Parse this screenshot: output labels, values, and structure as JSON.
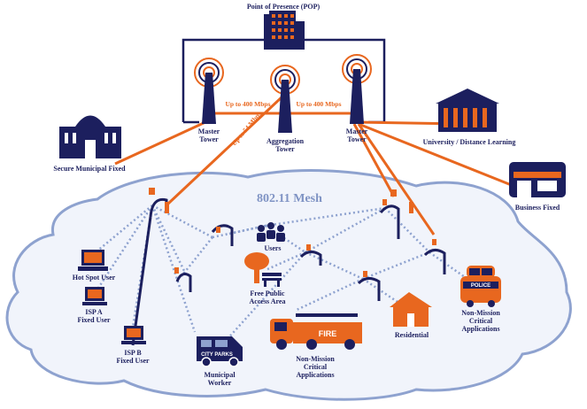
{
  "colors": {
    "navy": "#1c1f5e",
    "orange": "#e8671f",
    "cloud_fill": "#f1f4fb",
    "cloud_stroke": "#8ea2cf",
    "mesh_text": "#7f93c4"
  },
  "labels": {
    "pop": "Point of Presence (POP)",
    "master_tower_left": [
      "Master",
      "Tower"
    ],
    "aggregation_tower": [
      "Aggregation",
      "Tower"
    ],
    "master_tower_right": [
      "Master",
      "Tower"
    ],
    "link_left": "Up to 400 Mbps",
    "link_right": "Up to 400 Mbps",
    "link_diag": "Up to 54 Mbps",
    "secure_municipal": "Secure Municipal Fixed",
    "university": "University / Distance Learning",
    "business": "Business Fixed",
    "mesh_title": "802.11 Mesh",
    "users": "Users",
    "hotspot": "Hot Spot User",
    "isp_a": [
      "ISP A",
      "Fixed User"
    ],
    "isp_b": [
      "ISP B",
      "Fixed User"
    ],
    "public_access": [
      "Free Public",
      "Access Area"
    ],
    "municipal_worker": [
      "Municipal",
      "Worker"
    ],
    "non_mission_left": [
      "Non-Mission",
      "Critical",
      "Applications"
    ],
    "residential": "Residential",
    "non_mission_right": [
      "Non-Mission",
      "Critical",
      "Applications"
    ],
    "city_parks": "CITY PARKS",
    "fire": "FIRE",
    "police": "POLICE"
  },
  "icons": [
    "building-icon",
    "tower-icon",
    "government-building-icon",
    "university-icon",
    "shop-icon",
    "mesh-node-icon",
    "computer-icon",
    "users-icon",
    "tree-icon",
    "bench-icon",
    "van-icon",
    "fire-truck-icon",
    "house-icon",
    "police-car-icon"
  ]
}
